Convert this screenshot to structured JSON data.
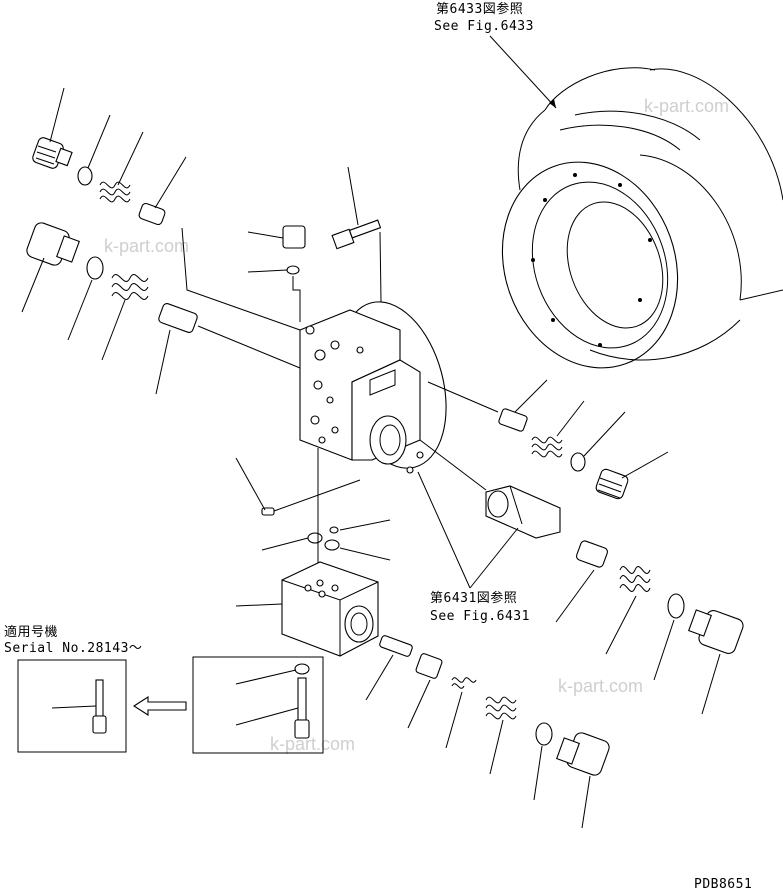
{
  "labels": {
    "ref_6433_jp": "第6433図参照",
    "ref_6433_en": "See Fig.6433",
    "ref_6431_jp": "第6431図参照",
    "ref_6431_en": "See Fig.6431",
    "serial_jp": "適用号機",
    "serial_en": "Serial No.28143～",
    "figure_code": "PDB8651"
  },
  "watermark": "k-part.com",
  "colors": {
    "line": "#000000",
    "background": "#ffffff",
    "watermark": "#cfcfcf"
  },
  "icons": {
    "arrow": "arrow-left-icon"
  }
}
